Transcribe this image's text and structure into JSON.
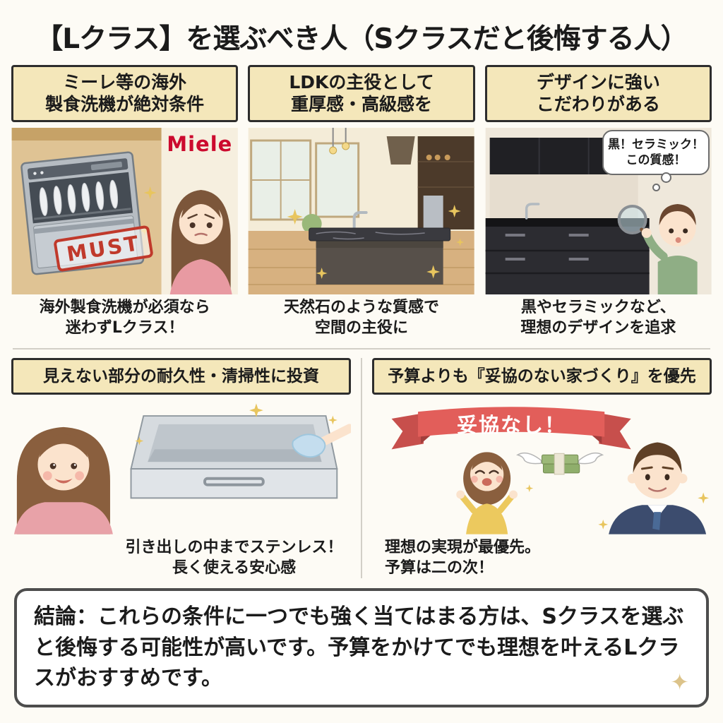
{
  "title": "【Lクラス】を選ぶべき人（Sクラスだと後悔する人）",
  "panels": [
    {
      "header": "ミーレ等の海外\n製食洗機が絶対条件",
      "caption": "海外製食洗機が必須なら\n迷わずLクラス！",
      "brand_logo": "Miele",
      "stamp": "MUST"
    },
    {
      "header": "LDKの主役として\n重厚感・高級感を",
      "caption": "天然石のような質感で\n空間の主役に"
    },
    {
      "header": "デザインに強い\nこだわりがある",
      "caption": "黒やセラミックなど、\n理想のデザインを追求",
      "thought_bubble": "黒！セラミック！\nこの質感！"
    },
    {
      "header": "見えない部分の耐久性・清掃性に投資",
      "caption": "引き出しの中までステンレス！\n長く使える安心感"
    },
    {
      "header": "予算よりも『妥協のない家づくり』を優先",
      "caption": "理想の実現が最優先。\n予算は二の次！",
      "banner": "妥協なし！"
    }
  ],
  "conclusion": "結論：これらの条件に一つでも強く当てはまる方は、Sクラスを選ぶと後悔する可能性が高いです。予算をかけてでも理想を叶えるLクラスがおすすめです。",
  "icons": {
    "sparkle": "✦"
  },
  "colors": {
    "header_bg": "#f4e7ba",
    "brand_red": "#cc0a2e",
    "stamp_red": "#c0392b",
    "banner_red": "#e25e5a",
    "sparkle_gold": "#e8c55e"
  }
}
